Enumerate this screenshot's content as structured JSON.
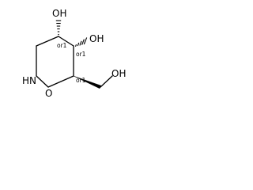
{
  "molecule": {
    "atoms": {
      "oh_top": "OH",
      "oh_mid": "OH",
      "oh_right": "OH",
      "nh": "HN",
      "o_ring": "O"
    },
    "stereo": {
      "c4": "or1",
      "c5": "or1",
      "c6": "or1"
    }
  }
}
